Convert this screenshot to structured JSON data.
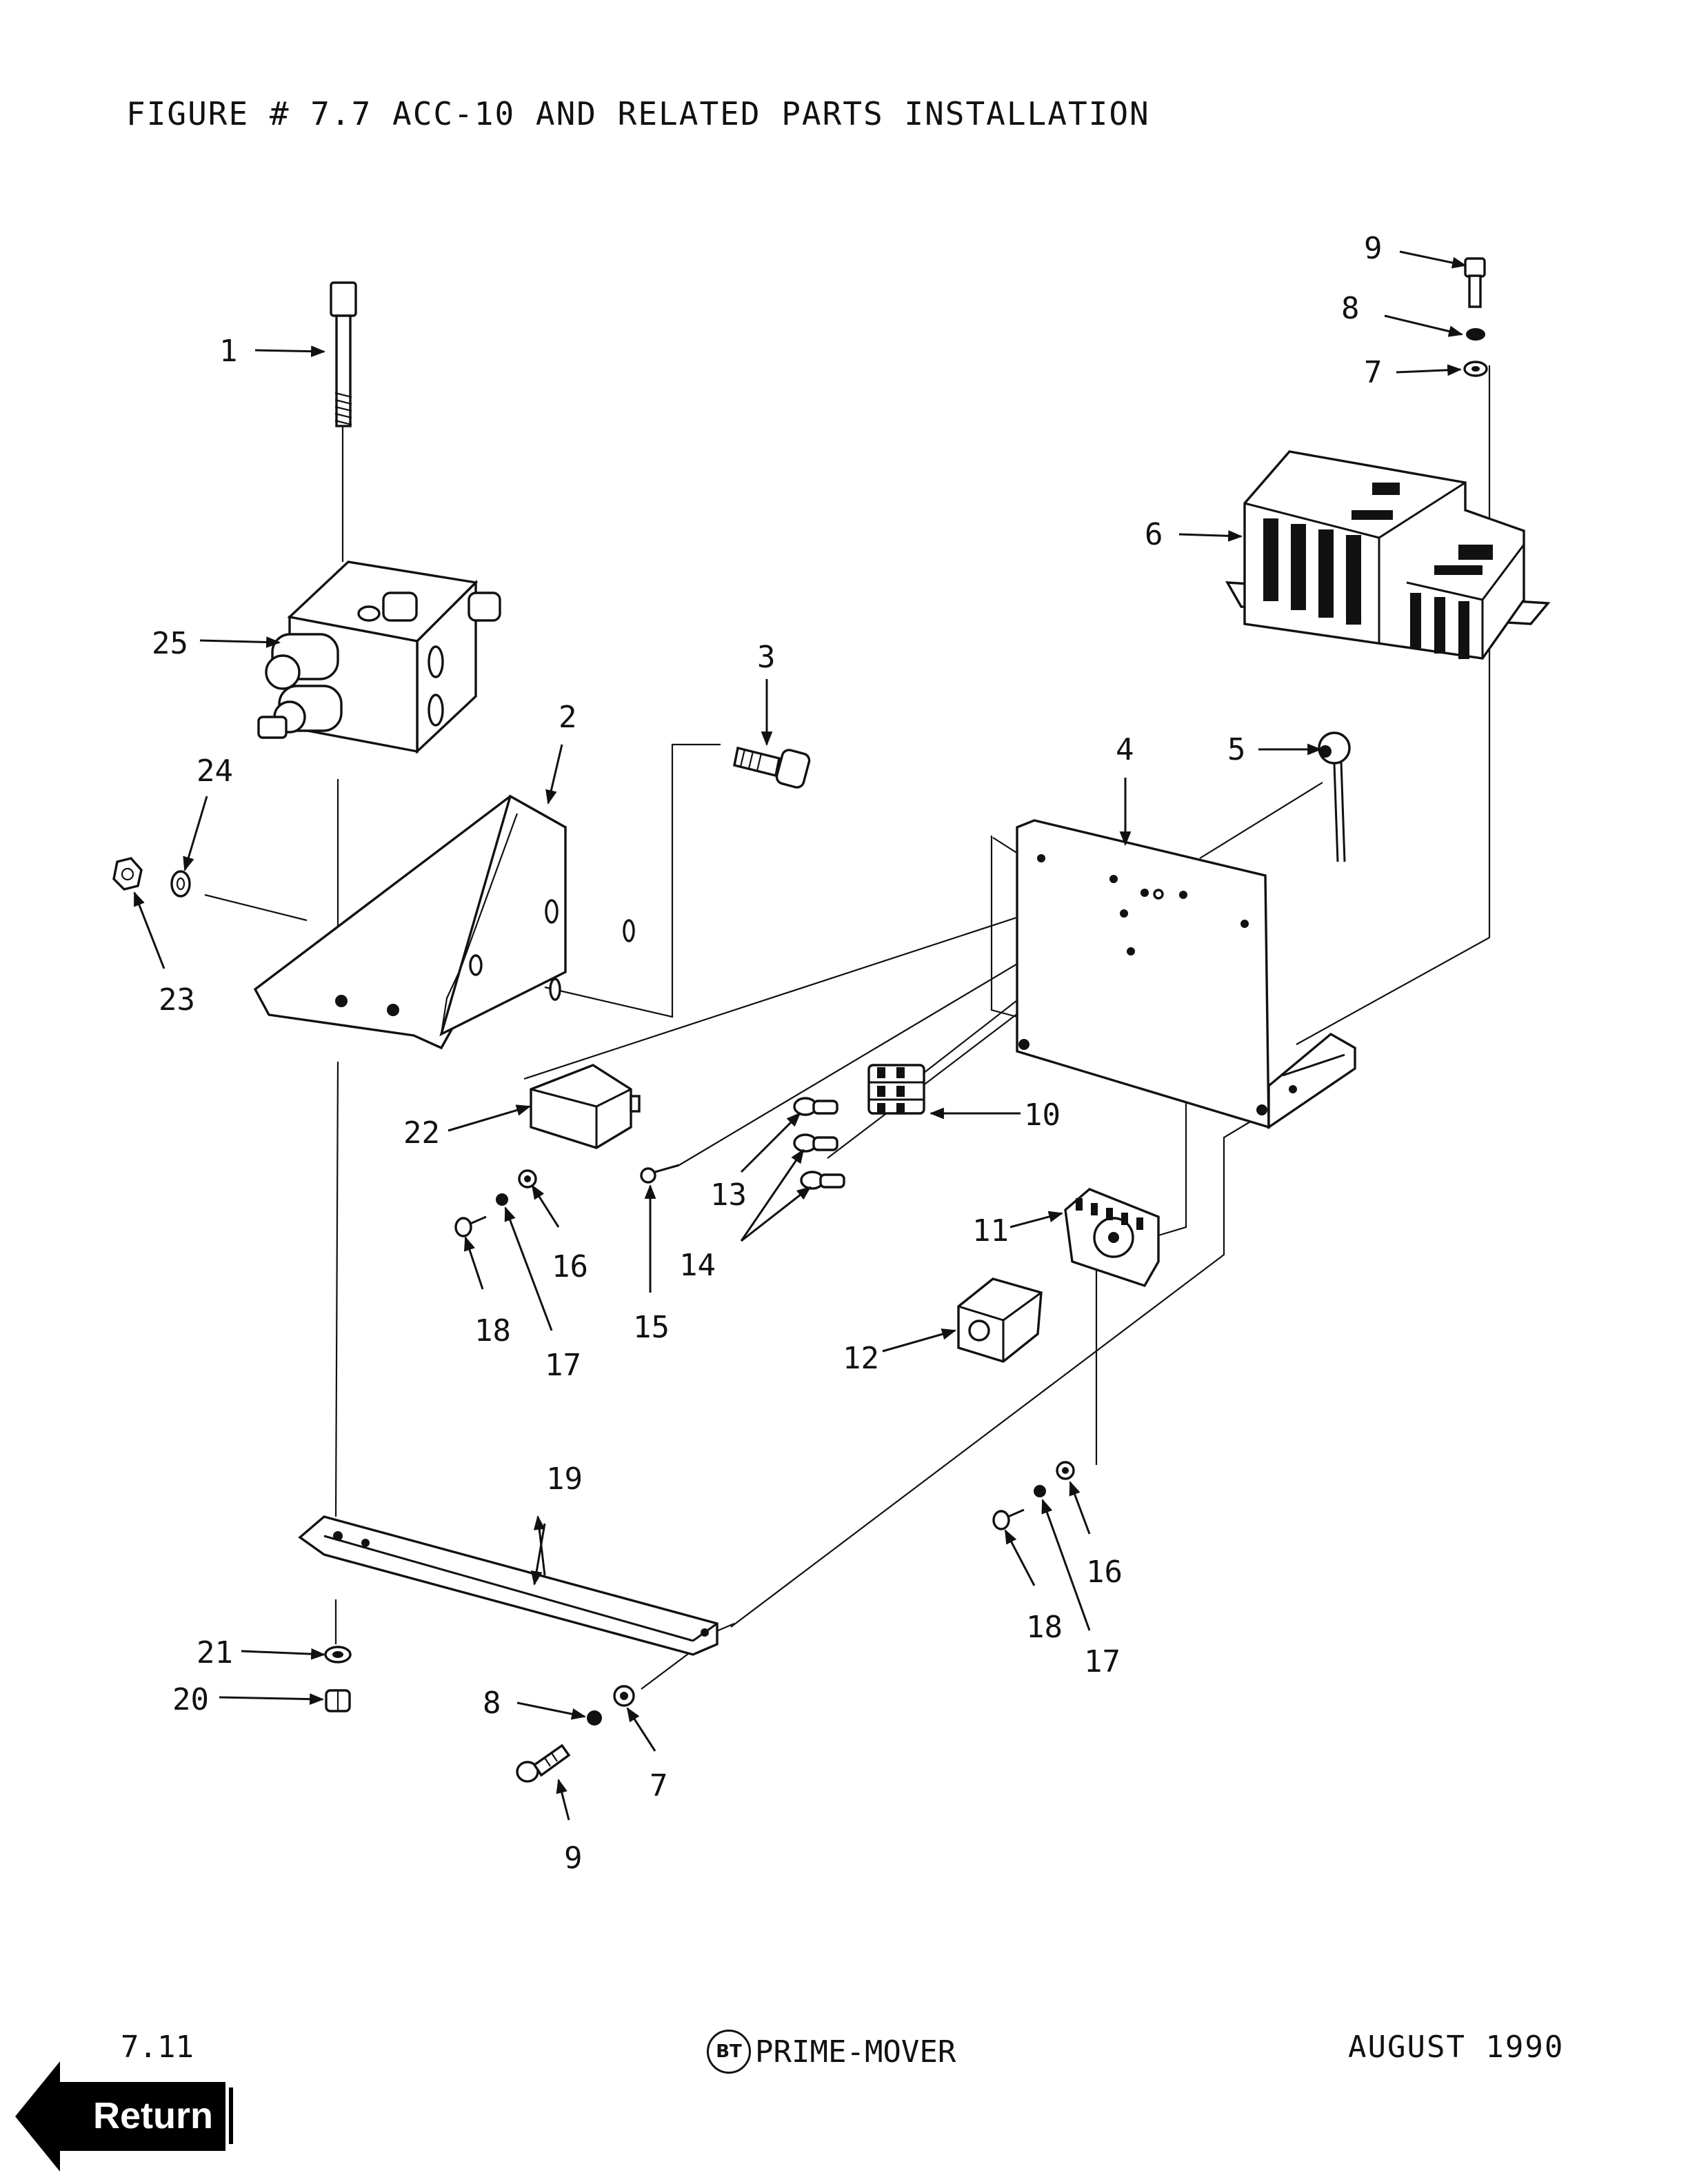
{
  "figure": {
    "title": "FIGURE # 7.7 ACC-10 AND RELATED PARTS INSTALLATION"
  },
  "callouts": [
    {
      "id": "c1",
      "text": "1"
    },
    {
      "id": "c2",
      "text": "2"
    },
    {
      "id": "c3",
      "text": "3"
    },
    {
      "id": "c4",
      "text": "4"
    },
    {
      "id": "c5",
      "text": "5"
    },
    {
      "id": "c6",
      "text": "6"
    },
    {
      "id": "c7a",
      "text": "7"
    },
    {
      "id": "c8a",
      "text": "8"
    },
    {
      "id": "c9a",
      "text": "9"
    },
    {
      "id": "c10",
      "text": "10"
    },
    {
      "id": "c11",
      "text": "11"
    },
    {
      "id": "c12",
      "text": "12"
    },
    {
      "id": "c13",
      "text": "13"
    },
    {
      "id": "c14",
      "text": "14"
    },
    {
      "id": "c15",
      "text": "15"
    },
    {
      "id": "c16a",
      "text": "16"
    },
    {
      "id": "c17a",
      "text": "17"
    },
    {
      "id": "c18a",
      "text": "18"
    },
    {
      "id": "c19",
      "text": "19"
    },
    {
      "id": "c20",
      "text": "20"
    },
    {
      "id": "c21",
      "text": "21"
    },
    {
      "id": "c22",
      "text": "22"
    },
    {
      "id": "c23",
      "text": "23"
    },
    {
      "id": "c24",
      "text": "24"
    },
    {
      "id": "c25",
      "text": "25"
    },
    {
      "id": "c16b",
      "text": "16"
    },
    {
      "id": "c17b",
      "text": "17"
    },
    {
      "id": "c18b",
      "text": "18"
    },
    {
      "id": "c7b",
      "text": "7"
    },
    {
      "id": "c8b",
      "text": "8"
    },
    {
      "id": "c9b",
      "text": "9"
    }
  ],
  "footer": {
    "page_number": "7.11",
    "logo_text": "BT",
    "brand": "PRIME-MOVER",
    "date": "AUGUST 1990"
  },
  "nav": {
    "return_label": "Return"
  },
  "colors": {
    "ink": "#111111",
    "background": "#ffffff"
  }
}
